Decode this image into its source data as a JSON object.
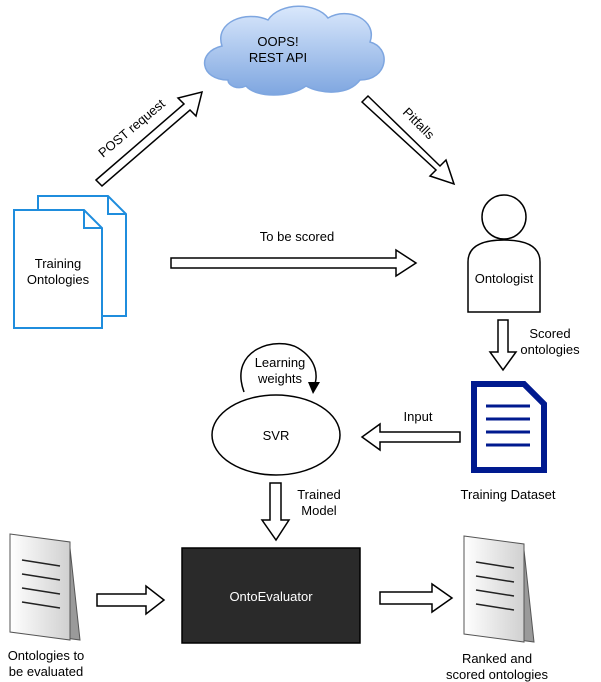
{
  "cloud": {
    "line1": "OOPS!",
    "line2": "REST API"
  },
  "training_ontologies": {
    "line1": "Training",
    "line2": "Ontologies"
  },
  "ontologist": {
    "label": "Ontologist"
  },
  "svr": {
    "label": "SVR"
  },
  "onto_evaluator": {
    "label": "OntoEvaluator"
  },
  "edges": {
    "post_request": "POST request",
    "pitfalls": "Pitfalls",
    "to_be_scored": "To be scored",
    "scored_line1": "Scored",
    "scored_line2": "ontologies",
    "learning_line1": "Learning",
    "learning_line2": "weights",
    "input": "Input",
    "trained_line1": "Trained",
    "trained_line2": "Model"
  },
  "training_dataset": {
    "label": "Training Dataset"
  },
  "ontologies_to_evaluate": {
    "line1": "Ontologies to",
    "line2": "be evaluated"
  },
  "ranked_ontologies": {
    "line1": "Ranked and",
    "line2": "scored ontologies"
  },
  "colors": {
    "cloud_fill_top": "#dae8fc",
    "cloud_fill_bottom": "#7ea6e0",
    "doc_blue": "#1f8ddd",
    "dataset_navy": "#001a8f",
    "evaluator_fill": "#2a2a2a",
    "arrow_stroke": "#000000"
  },
  "icons": [
    "cloud-icon",
    "documents-icon",
    "person-icon",
    "document-icon",
    "file-stack-icon"
  ]
}
